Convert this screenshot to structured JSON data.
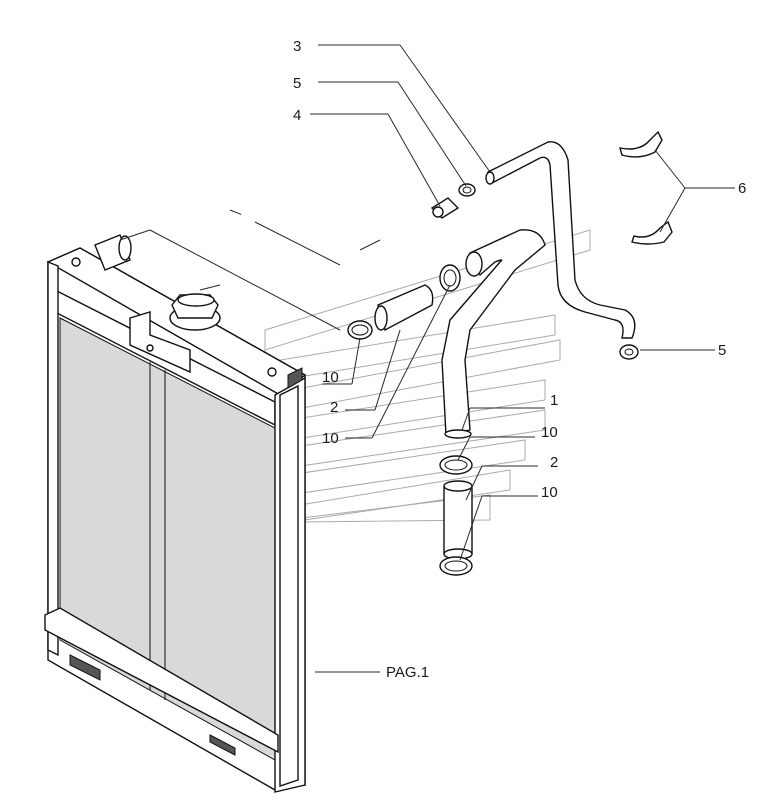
{
  "callouts": {
    "c3": "3",
    "c5_top": "5",
    "c4": "4",
    "c6": "6",
    "c5_right": "5",
    "c10_a": "10",
    "c2_a": "2",
    "c10_b": "10",
    "c1": "1",
    "c10_c": "10",
    "c2_b": "2",
    "c10_d": "10",
    "page_ref": "PAG.1"
  }
}
